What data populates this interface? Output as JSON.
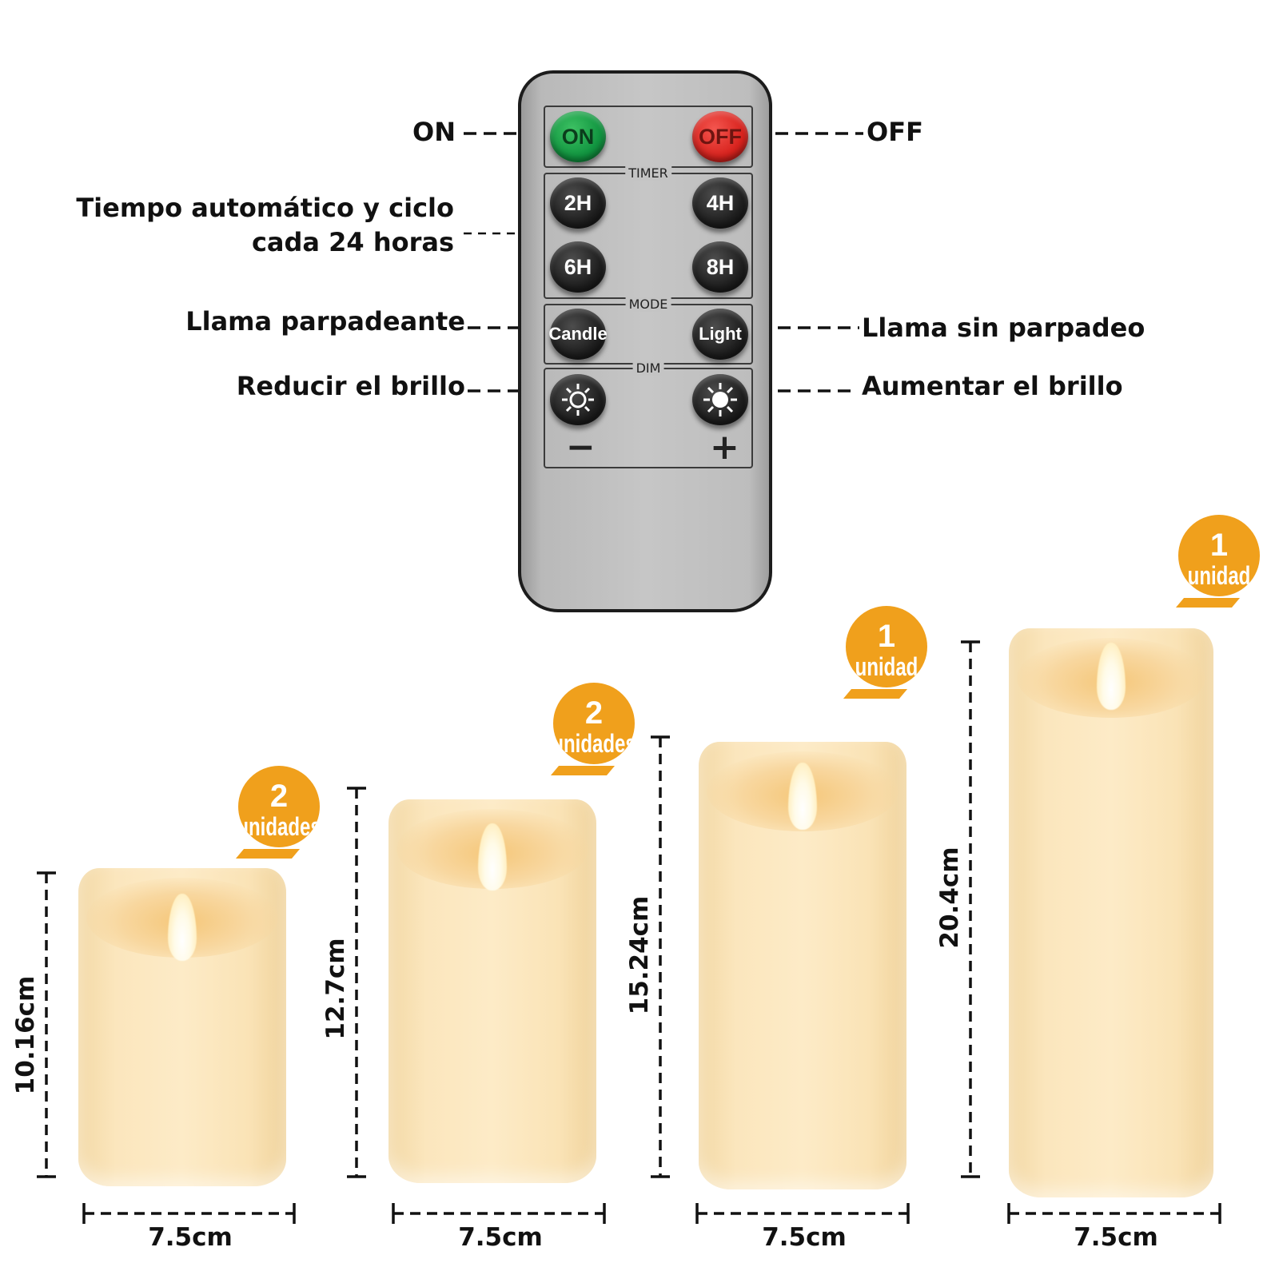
{
  "remote": {
    "buttons": {
      "on": "ON",
      "off": "OFF",
      "timer_2h": "2H",
      "timer_4h": "4H",
      "timer_6h": "6H",
      "timer_8h": "8H",
      "candle": "Candle",
      "light": "Light",
      "dim_minus_icon": "sun-dim-icon",
      "dim_plus_icon": "sun-bright-icon"
    },
    "sections": {
      "timer": "TIMER",
      "mode": "MODE",
      "dim": "DIM"
    },
    "signs": {
      "minus": "−",
      "plus": "+"
    }
  },
  "callouts": {
    "on": "ON",
    "off": "OFF",
    "timer_line1": "Tiempo automático y ciclo",
    "timer_line2": "cada 24 horas",
    "flicker": "Llama parpadeante",
    "no_flicker": "Llama sin parpadeo",
    "dim_down": "Reducir el brillo",
    "dim_up": "Aumentar el brillo"
  },
  "candles": [
    {
      "height": "10.16cm",
      "width": "7.5cm",
      "count": "2",
      "unit": "unidades"
    },
    {
      "height": "12.7cm",
      "width": "7.5cm",
      "count": "2",
      "unit": "unidades"
    },
    {
      "height": "15.24cm",
      "width": "7.5cm",
      "count": "1",
      "unit": "unidad"
    },
    {
      "height": "20.4cm",
      "width": "7.5cm",
      "count": "1",
      "unit": "unidad"
    }
  ],
  "colors": {
    "badge": "#f0a01c",
    "on_button": "#119540",
    "off_button": "#d8231e",
    "candle": "#fdebc7"
  }
}
